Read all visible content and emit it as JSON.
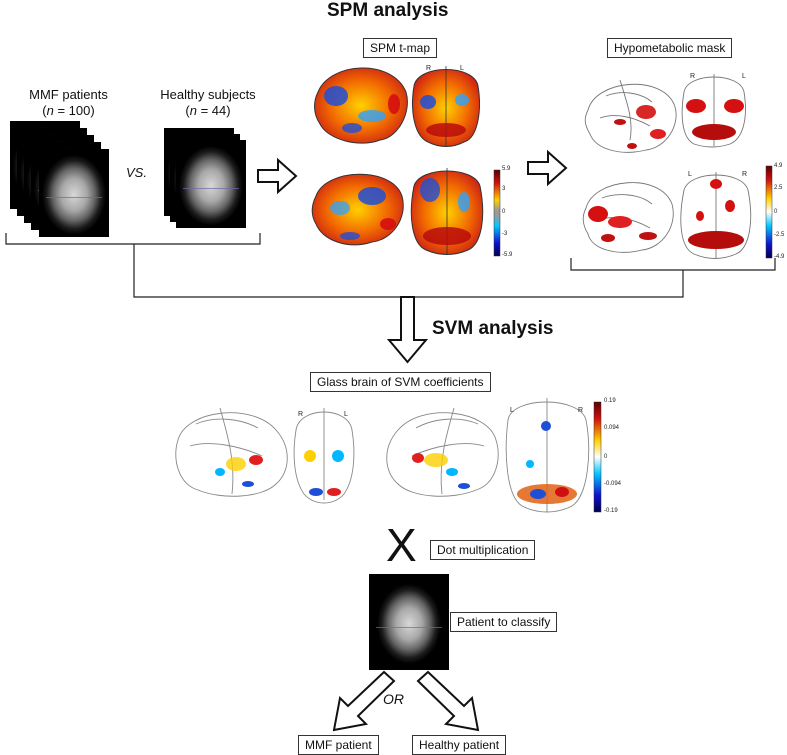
{
  "spm": {
    "title": "SPM analysis",
    "mmf": {
      "line1": "MMF patients",
      "n_prefix": "n",
      "n_value": " = 100"
    },
    "healthy": {
      "line1": "Healthy subjects",
      "n_prefix": "n",
      "n_value": " = 44"
    },
    "vs": "VS.",
    "tmap_label": "SPM t-map",
    "mask_label": "Hypometabolic mask",
    "tmap_colorbar": [
      "5.9",
      "3",
      "0",
      "-3",
      "-5.9"
    ],
    "mask_colorbar": [
      "4.9",
      "2.5",
      "0",
      "-2.5",
      "-4.9"
    ],
    "orient_R": "R",
    "orient_L": "L"
  },
  "svm": {
    "title": "SVM analysis",
    "glass_label": "Glass brain of SVM coefficients",
    "colorbar": [
      "0.19",
      "0.094",
      "0",
      "-0.094",
      "-0.19"
    ],
    "orient_R": "R",
    "orient_L": "L"
  },
  "classify": {
    "multiply_symbol": "X",
    "dot_label": "Dot multiplication",
    "patient_label": "Patient to classify",
    "or_label": "OR",
    "outcome_mmf": "MMF patient",
    "outcome_healthy": "Healthy patient"
  }
}
